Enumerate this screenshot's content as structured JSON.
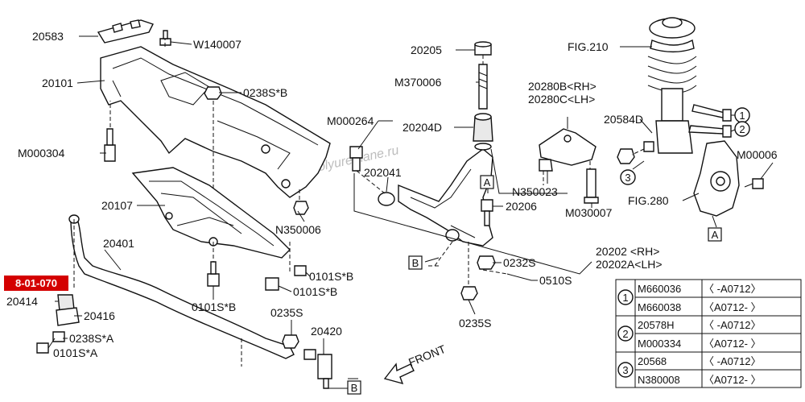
{
  "labels": {
    "p20583": "20583",
    "w140007": "W140007",
    "p20101": "20101",
    "s0238b": "0238S*B",
    "m000304": "M000304",
    "p20107": "20107",
    "n350006": "N350006",
    "p20401": "20401",
    "ref": "8-01-070",
    "p20414": "20414",
    "p20416": "20416",
    "s0238a": "0238S*A",
    "s0101a": "0101S*A",
    "s0101b_1": "0101S*B",
    "s0101b_2": "0101S*B",
    "s0101b_3": "0101S*B",
    "s0235_1": "0235S",
    "s0235_2": "0235S",
    "p20420": "20420",
    "front": "FRONT",
    "p20205": "20205",
    "m370006": "M370006",
    "m000264": "M000264",
    "p20204d": "20204D",
    "p202041": "202041",
    "p20206": "20206",
    "p20280b": "20280B<RH>",
    "p20280c": "20280C<LH>",
    "n350023": "N350023",
    "m030007": "M030007",
    "p20202": "20202 <RH>",
    "p20202a": "20202A<LH>",
    "s0232": "0232S",
    "s0510": "0510S",
    "fig210": "FIG.210",
    "p20584d": "20584D",
    "m00006": "M00006",
    "fig280": "FIG.280",
    "watermark": "www.polyurethane.ru",
    "boxA1": "A",
    "boxA2": "A",
    "boxB1": "B",
    "boxB2": "B",
    "c1": "1",
    "c2": "2",
    "c3": "3"
  },
  "table": {
    "rows": [
      {
        "group": "1",
        "part": "M660036",
        "range": "〈    -A0712〉"
      },
      {
        "group": "1",
        "part": "M660038",
        "range": "〈A0712-    〉"
      },
      {
        "group": "2",
        "part": "20578H",
        "range": "〈    -A0712〉"
      },
      {
        "group": "2",
        "part": "M000334",
        "range": "〈A0712-    〉"
      },
      {
        "group": "3",
        "part": "20568",
        "range": "〈    -A0712〉"
      },
      {
        "group": "3",
        "part": "N380008",
        "range": "〈A0712-    〉"
      }
    ],
    "groups": [
      "1",
      "2",
      "3"
    ]
  },
  "colors": {
    "ref_box": "#d40000",
    "line": "#111111",
    "watermark": "#bdbdbd"
  }
}
